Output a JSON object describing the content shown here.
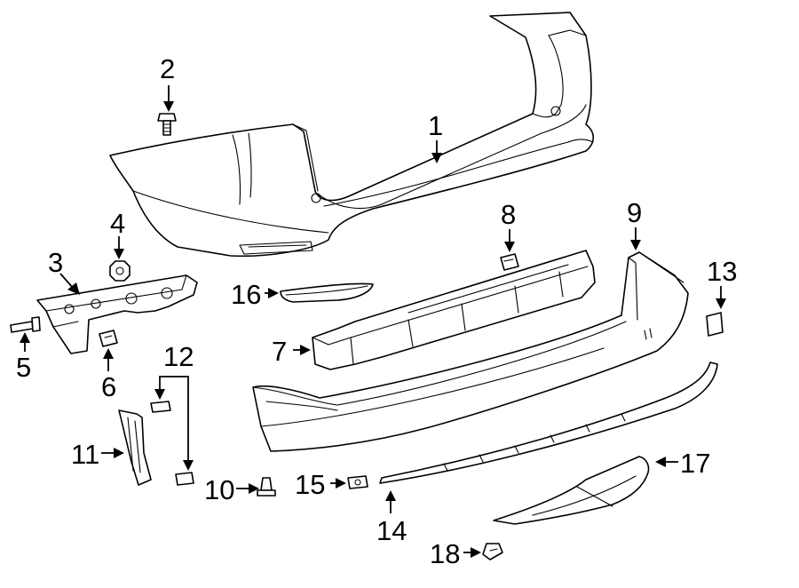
{
  "callouts": [
    {
      "id": "1",
      "label": "1"
    },
    {
      "id": "2",
      "label": "2"
    },
    {
      "id": "3",
      "label": "3"
    },
    {
      "id": "4",
      "label": "4"
    },
    {
      "id": "5",
      "label": "5"
    },
    {
      "id": "6",
      "label": "6"
    },
    {
      "id": "7",
      "label": "7"
    },
    {
      "id": "8",
      "label": "8"
    },
    {
      "id": "9",
      "label": "9"
    },
    {
      "id": "10",
      "label": "10"
    },
    {
      "id": "11",
      "label": "11"
    },
    {
      "id": "12",
      "label": "12"
    },
    {
      "id": "13",
      "label": "13"
    },
    {
      "id": "14",
      "label": "14"
    },
    {
      "id": "15",
      "label": "15"
    },
    {
      "id": "16",
      "label": "16"
    },
    {
      "id": "17",
      "label": "17"
    },
    {
      "id": "18",
      "label": "18"
    }
  ]
}
